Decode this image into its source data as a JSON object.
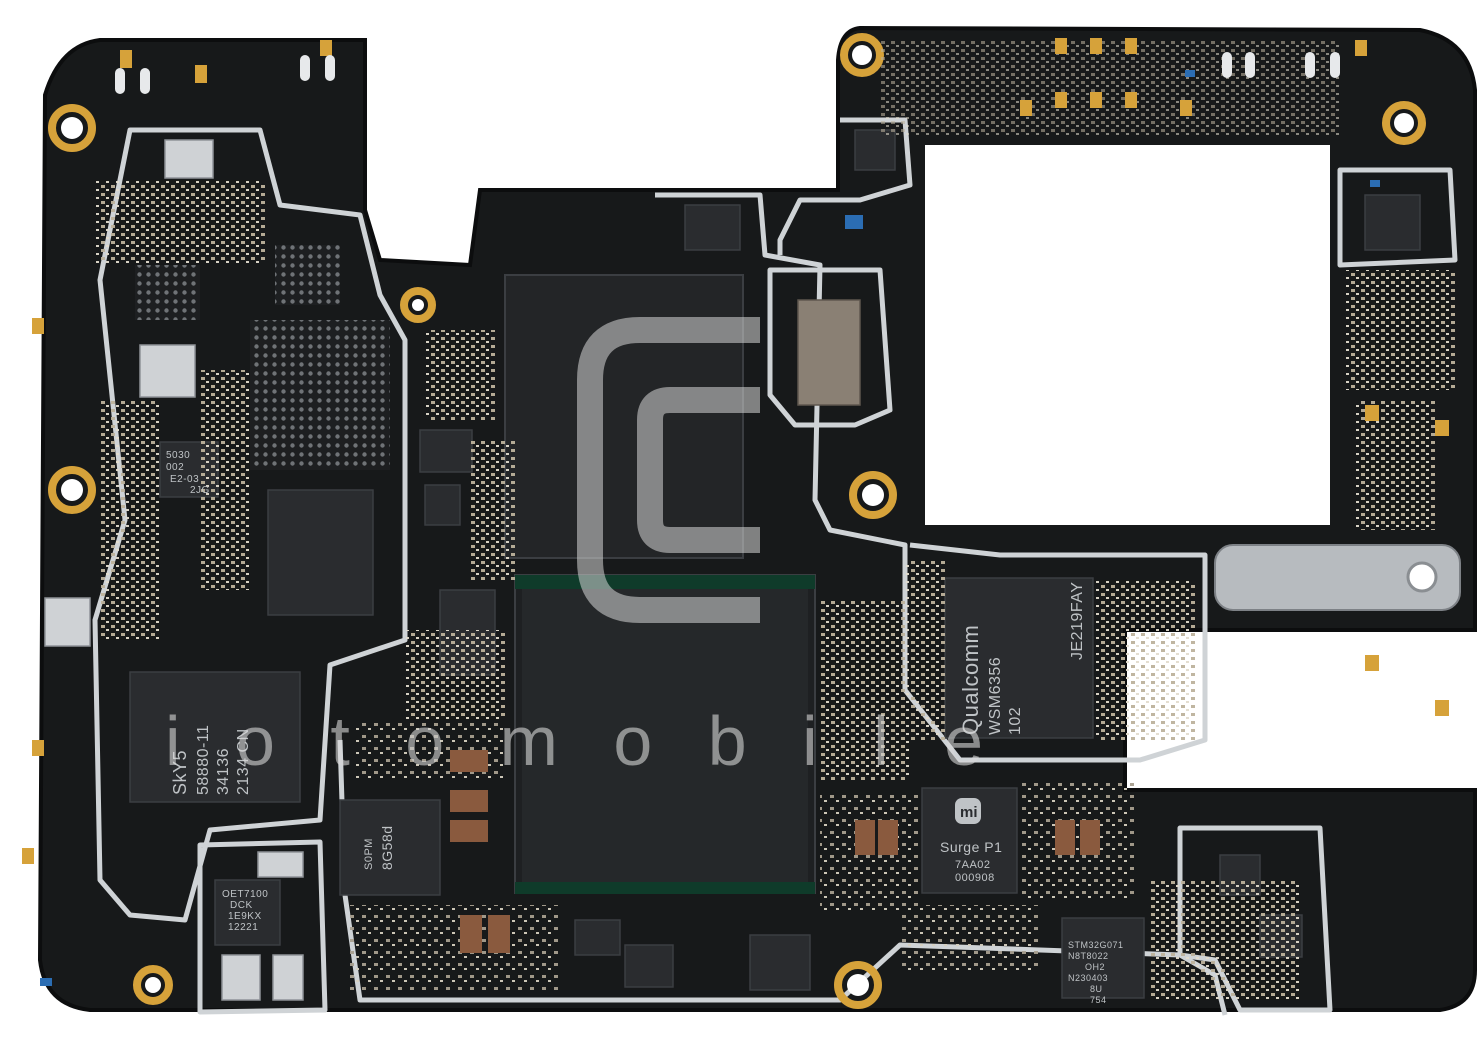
{
  "watermark": {
    "text": "i o t o m o b i l e",
    "color": "#d8d8d8"
  },
  "colors": {
    "board": "#17191a",
    "board_dark": "#0f1011",
    "shield": "#c9cdd1",
    "chip": "#2a2c2f",
    "chip_edge": "#3b3e42",
    "gold": "#d6a23a",
    "cap_tan": "#b9a88a",
    "cap_brown": "#8a5a3e",
    "blue_part": "#2b6db3"
  },
  "chips": {
    "skyworks": [
      "SkY5",
      "58880-11",
      "34136",
      "2134 CN"
    ],
    "qualcomm": [
      "Qualcomm",
      "WSM6356",
      "102",
      "JE219FAY"
    ],
    "surge": [
      "Surge P1",
      "7AA02",
      "000908"
    ],
    "stm": [
      "STM32G071",
      "N8T8022",
      "OH2",
      "N230403",
      "8U",
      "754"
    ],
    "pmic_small": [
      "5030",
      "002",
      "E2-03",
      "2JG"
    ],
    "et": [
      "OET7100",
      "DCK",
      "1E9KX",
      "12221"
    ],
    "sdm": [
      "S0PM",
      "8G58d"
    ],
    "logo_mi": "mi"
  }
}
